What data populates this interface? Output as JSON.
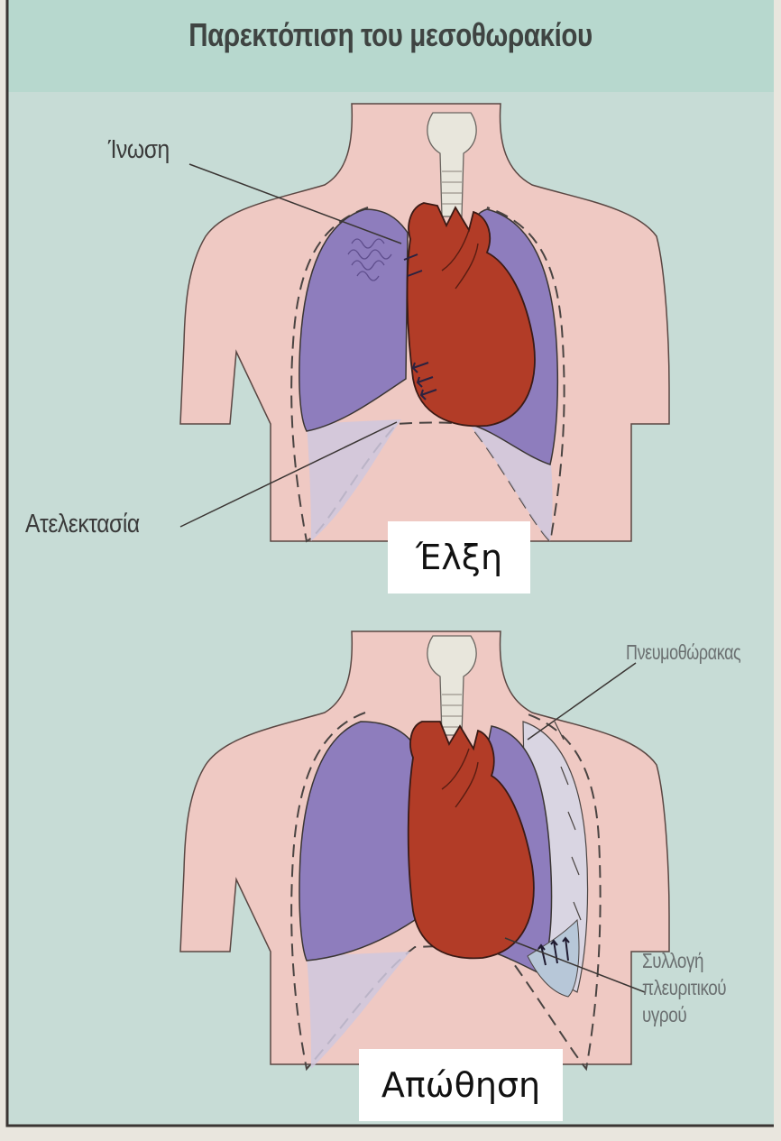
{
  "title": "Παρεκτόπιση του μεσοθωρακίου",
  "top_panel": {
    "label_fibrosis": "Ίνωση",
    "label_atelectasis": "Ατελεκτασία",
    "caption": "Έλξη"
  },
  "bottom_panel": {
    "label_pneumothorax": "Πνευμοθώρακας",
    "label_effusion_line1": "Συλλογή",
    "label_effusion_line2": "πλευριτικού",
    "label_effusion_line3": "υγρού",
    "caption": "Απώθηση"
  },
  "colors": {
    "background": "#c7dcd6",
    "title_band": "#b7d8ce",
    "skin": "#efc9c3",
    "lung": "#8e7dbd",
    "lung_dark": "#7a67ab",
    "lung_collapsed": "#cfc8de",
    "heart": "#b23c27",
    "trachea": "#e8e6dc",
    "outline": "#3a3533"
  }
}
